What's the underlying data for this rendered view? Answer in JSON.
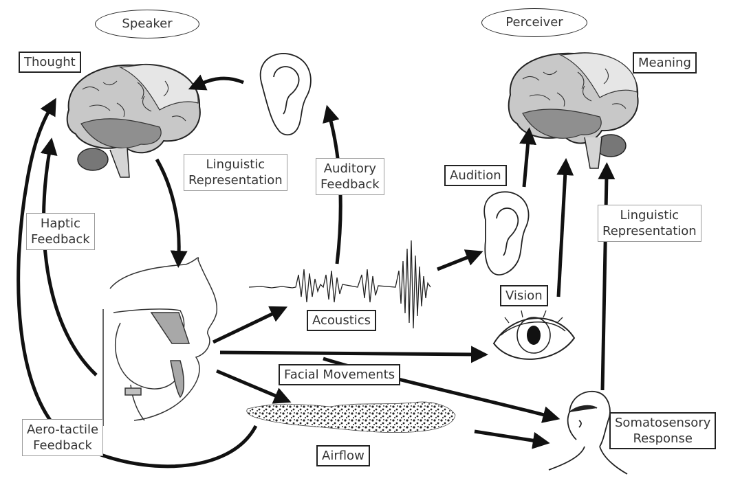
{
  "ovals": {
    "speaker": "Speaker",
    "perceiver": "Perceiver"
  },
  "labels": {
    "thought": "Thought",
    "meaning": "Meaning",
    "linguistic_speaker_line1": "Linguistic",
    "linguistic_speaker_line2": "Representation",
    "auditory_feedback_line1": "Auditory",
    "auditory_feedback_line2": "Feedback",
    "haptic_feedback_line1": "Haptic",
    "haptic_feedback_line2": "Feedback",
    "audition": "Audition",
    "linguistic_perceiver_line1": "Linguistic",
    "linguistic_perceiver_line2": "Representation",
    "vision": "Vision",
    "acoustics": "Acoustics",
    "facial_movements": "Facial Movements",
    "aero_tactile_line1": "Aero-tactile",
    "aero_tactile_line2": "Feedback",
    "airflow": "Airflow",
    "somatosensory_line1": "Somatosensory",
    "somatosensory_line2": "Response"
  }
}
